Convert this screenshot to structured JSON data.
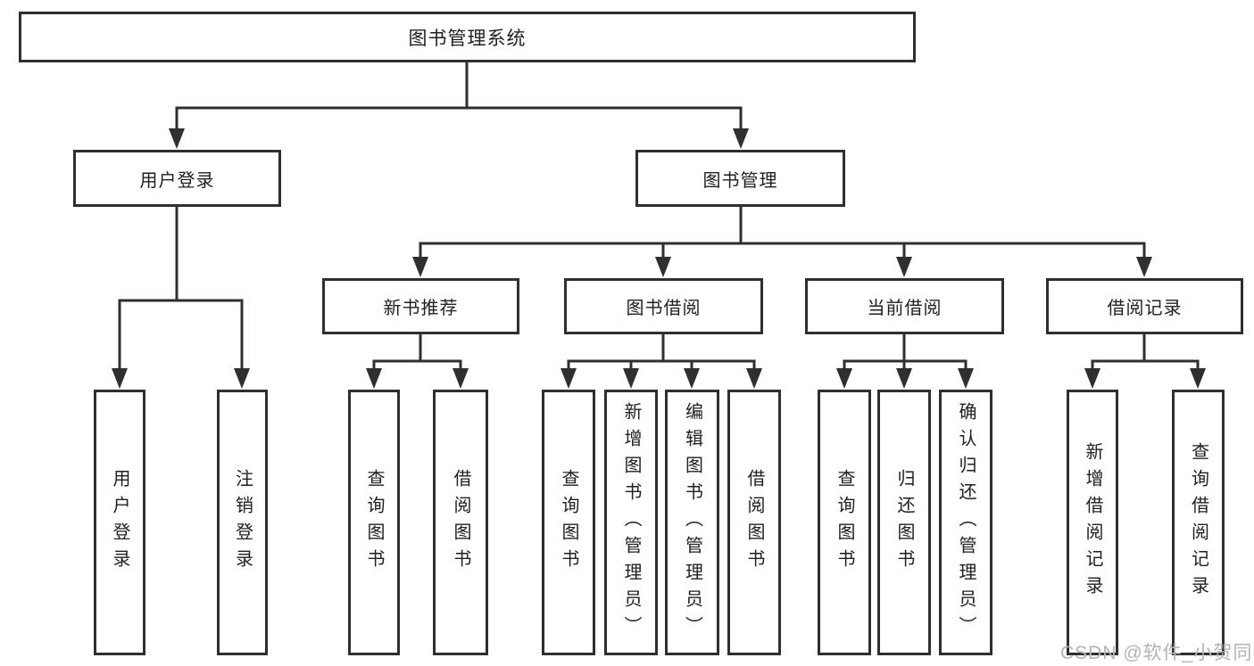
{
  "tree": {
    "root": "图书管理系统",
    "branches": [
      {
        "label": "用户登录",
        "children": [
          "用户登录",
          "注销登录"
        ]
      },
      {
        "label": "图书管理",
        "groups": [
          {
            "label": "新书推荐",
            "children": [
              "查询图书",
              "借阅图书"
            ]
          },
          {
            "label": "图书借阅",
            "children": [
              "查询图书",
              "新增图书（管理员）",
              "编辑图书（管理员）",
              "借阅图书"
            ]
          },
          {
            "label": "当前借阅",
            "children": [
              "查询图书",
              "归还图书",
              "确认归还（管理员）"
            ]
          },
          {
            "label": "借阅记录",
            "children": [
              "新增借阅记录",
              "查询借阅记录"
            ]
          }
        ]
      }
    ]
  },
  "watermark": "CSDN @软件_小贺同学",
  "colors": {
    "line": "#2f2f2f",
    "text": "#1f1f1f",
    "watermark": "#b4b4b4",
    "bg": "#ffffff"
  }
}
